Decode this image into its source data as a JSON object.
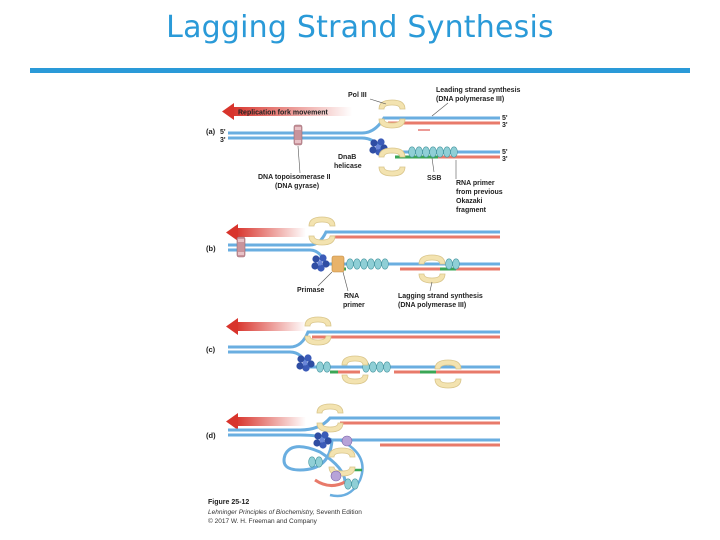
{
  "slide": {
    "title": "Lagging Strand Synthesis"
  },
  "panel_a": {
    "panel_label": "(a)",
    "arrow_label": "Replication fork movement",
    "end_5": "5'",
    "end_3": "3'",
    "end_5_top": "5'",
    "end_3_top": "3'",
    "end_5_bottom": "5'",
    "end_3_bottom": "3'",
    "pol3": "Pol III",
    "leading_1": "Leading strand synthesis",
    "leading_2": "(DNA polymerase III)",
    "dnab_1": "DnaB",
    "dnab_2": "helicase",
    "topo_1": "DNA topoisomerase II",
    "topo_2": "(DNA gyrase)",
    "ssb": "SSB",
    "primer_prev_1": "RNA primer",
    "primer_prev_2": "from previous",
    "primer_prev_3": "Okazaki",
    "primer_prev_4": "fragment"
  },
  "panel_b": {
    "panel_label": "(b)",
    "primase": "Primase",
    "rna_1": "RNA",
    "rna_2": "primer",
    "lagging_1": "Lagging strand synthesis",
    "lagging_2": "(DNA polymerase III)"
  },
  "panel_c": {
    "panel_label": "(c)"
  },
  "panel_d": {
    "panel_label": "(d)"
  },
  "caption": {
    "figure": "Figure 25-12",
    "book_italic": "Lehninger Principles of Biochemistry,",
    "book_edition": " Seventh Edition",
    "copyright": "© 2017 W. H. Freeman and Company"
  },
  "colors": {
    "title": "#2a9ad8",
    "strand_blue": "#6aaee0",
    "strand_red": "#e87a6a",
    "primer_green": "#3aa655",
    "ssb_teal": "#8fcfd6",
    "helicase_blue": "#2f4da3",
    "polymerase_cream": "#f3e3b0",
    "topo_pink": "#c9939b",
    "arrow_red": "#d8342c"
  }
}
